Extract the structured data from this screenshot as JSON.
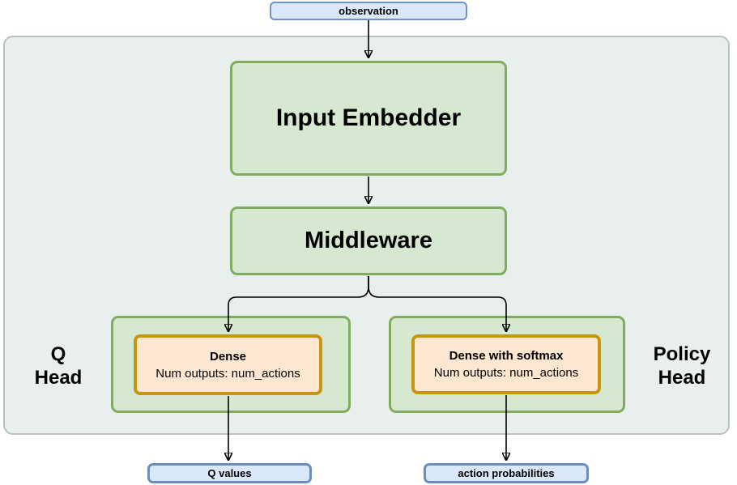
{
  "colors": {
    "container-fill": "#e9efec",
    "container-stroke": "#b9c2bd",
    "green-fill": "#d7e8d0",
    "green-stroke": "#80ac60",
    "orange-fill": "#fde7d0",
    "orange-stroke": "#c89510",
    "blue-fill": "#dbe8f9",
    "blue-stroke": "#7191c1",
    "blue-stroke-strong": "#6c8ebf",
    "arrow": "#000000",
    "text": "#000000"
  },
  "nodes": {
    "observation": "observation",
    "input_embedder": "Input Embedder",
    "middleware": "Middleware",
    "q_head_label": {
      "line1": "Q",
      "line2": "Head"
    },
    "policy_head_label": {
      "line1": "Policy",
      "line2": "Head"
    },
    "q_dense": {
      "title": "Dense",
      "subtitle": "Num outputs: num_actions"
    },
    "policy_dense": {
      "title": "Dense with softmax",
      "subtitle": "Num outputs: num_actions"
    },
    "q_values": "Q values",
    "action_probabilities": "action probabilities"
  }
}
